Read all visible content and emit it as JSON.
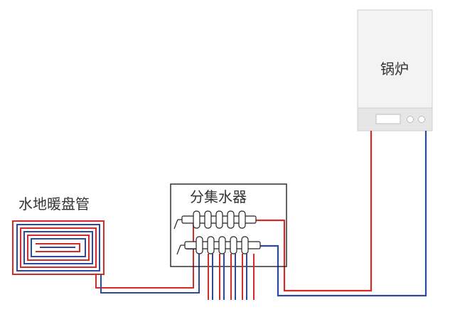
{
  "labels": {
    "boiler": "锅炉",
    "manifold": "分集水器",
    "floor_heating": "水地暖盘管"
  },
  "colors": {
    "supply_pipe": "#d42a2a",
    "return_pipe": "#2b4aa0",
    "boiler_body": "#f2f2f2",
    "boiler_panel": "#e6e6e6",
    "outline": "#222222"
  },
  "icons": {
    "boiler_display": "display-screen-icon",
    "boiler_knobs": "control-knob-icon",
    "valves": "valve-icon"
  }
}
